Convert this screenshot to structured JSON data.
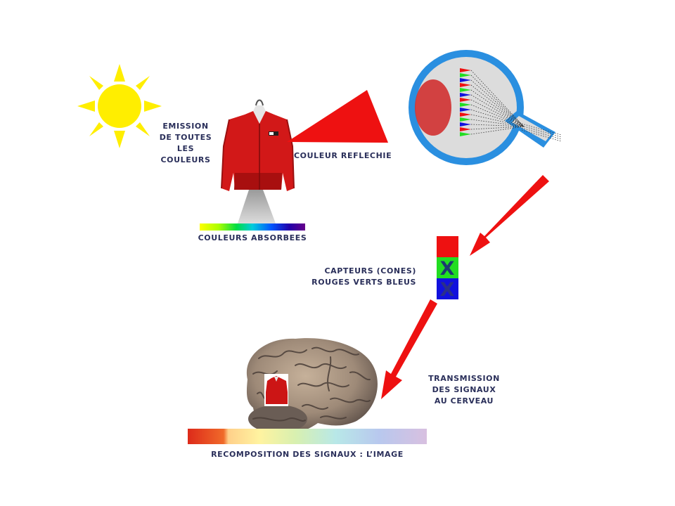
{
  "labels": {
    "emission": [
      "EMISSION",
      "DE TOUTES",
      "LES",
      "COULEURS"
    ],
    "reflected": "COULEUR REFLECHIE",
    "absorbed": "COULEURS ABSORBEES",
    "sensors": [
      "CAPTEURS (CONES)",
      "ROUGES VERTS BLEUS"
    ],
    "transmission": [
      "TRANSMISSION",
      "DES SIGNAUX",
      "AU CERVEAU"
    ],
    "recomposition": "RECOMPOSITION DES SIGNAUX : L’IMAGE"
  },
  "cone_marks": [
    "X",
    "X"
  ],
  "colors": {
    "sun": "#ffee00",
    "red": "#ee1111",
    "green": "#22dd22",
    "blue": "#1111dd",
    "eye_outer": "#2a8fe0",
    "text": "#2a2f5a"
  },
  "icons": [
    "sun-icon",
    "jacket-icon",
    "eye-icon",
    "brain-icon",
    "arrow-icon"
  ]
}
